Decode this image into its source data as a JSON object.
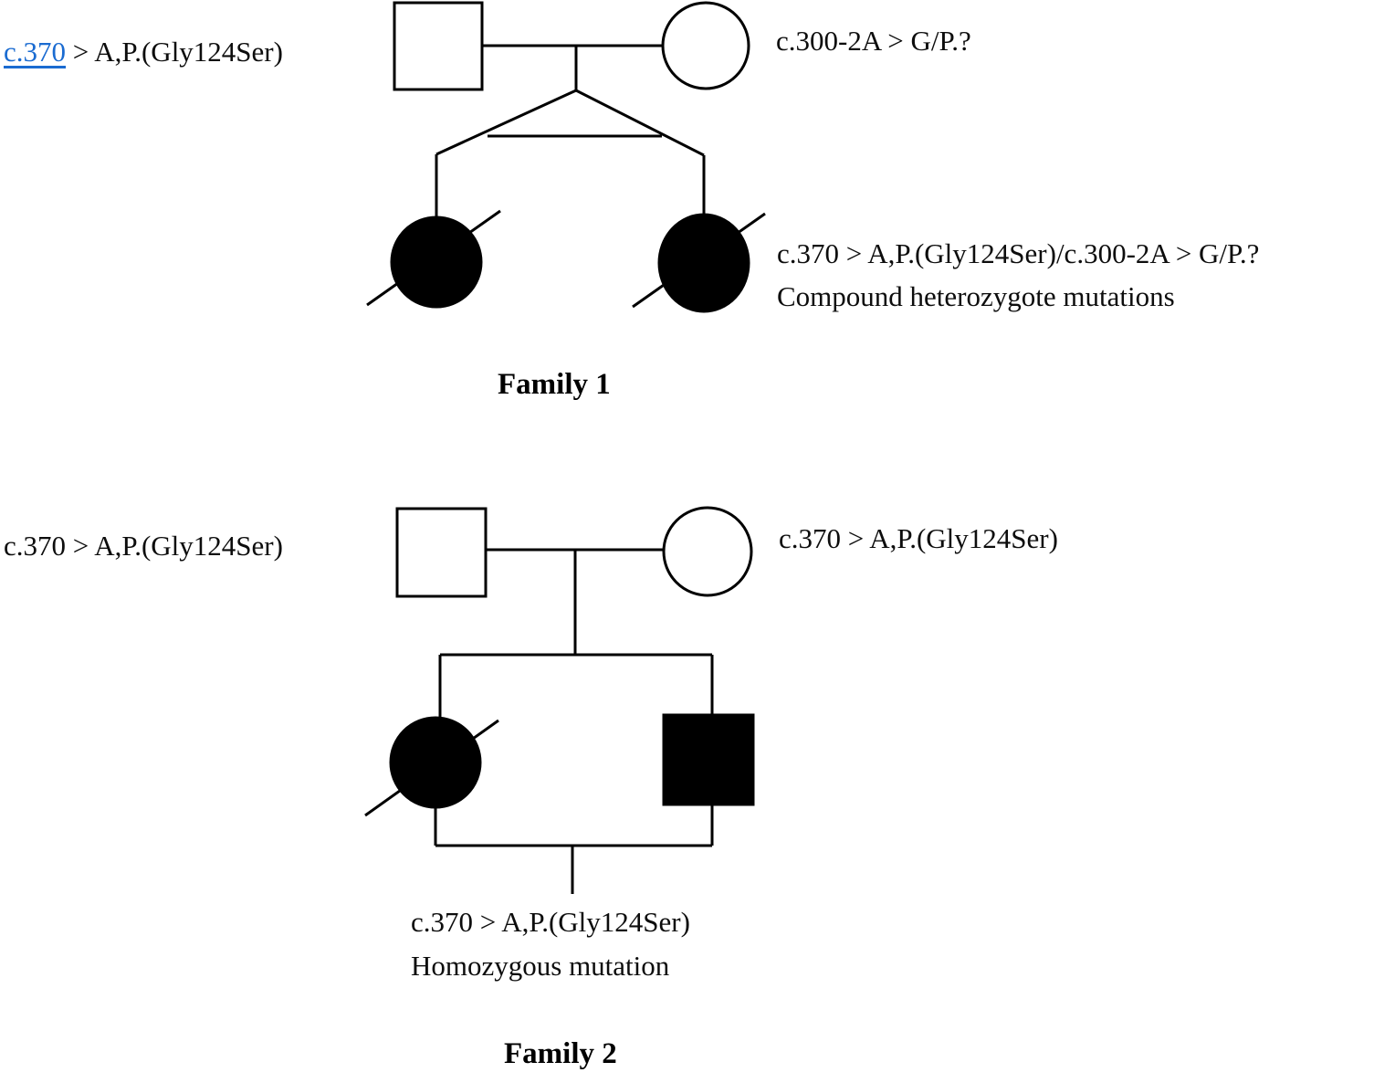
{
  "colors": {
    "background": "#ffffff",
    "ink": "#000000",
    "link_blue": "#1a6bd1"
  },
  "family1": {
    "caption": "Family 1",
    "father_label": {
      "link": "c.370",
      "rest": " > A,P.(Gly124Ser)"
    },
    "mother_label": "c.300-2A > G/P.?",
    "children_label": {
      "line1": "c.370 > A,P.(Gly124Ser)/c.300-2A > G/P.?",
      "line2": "Compound heterozygote mutations"
    },
    "symbols": {
      "father": "unaffected-male-square",
      "mother": "unaffected-female-circle",
      "child1": "affected-deceased-female-circle",
      "child2": "affected-deceased-female-circle",
      "twin_connector": "monozygotic-twins-bar"
    }
  },
  "family2": {
    "caption": "Family 2",
    "father_label": "c.370 > A,P.(Gly124Ser)",
    "mother_label": "c.370 > A,P.(Gly124Ser)",
    "children_label": {
      "line1": "c.370 > A,P.(Gly124Ser)",
      "line2": "Homozygous mutation"
    },
    "symbols": {
      "father": "unaffected-male-square",
      "mother": "unaffected-female-circle",
      "child1": "affected-deceased-female-circle",
      "child2": "affected-male-square"
    }
  }
}
